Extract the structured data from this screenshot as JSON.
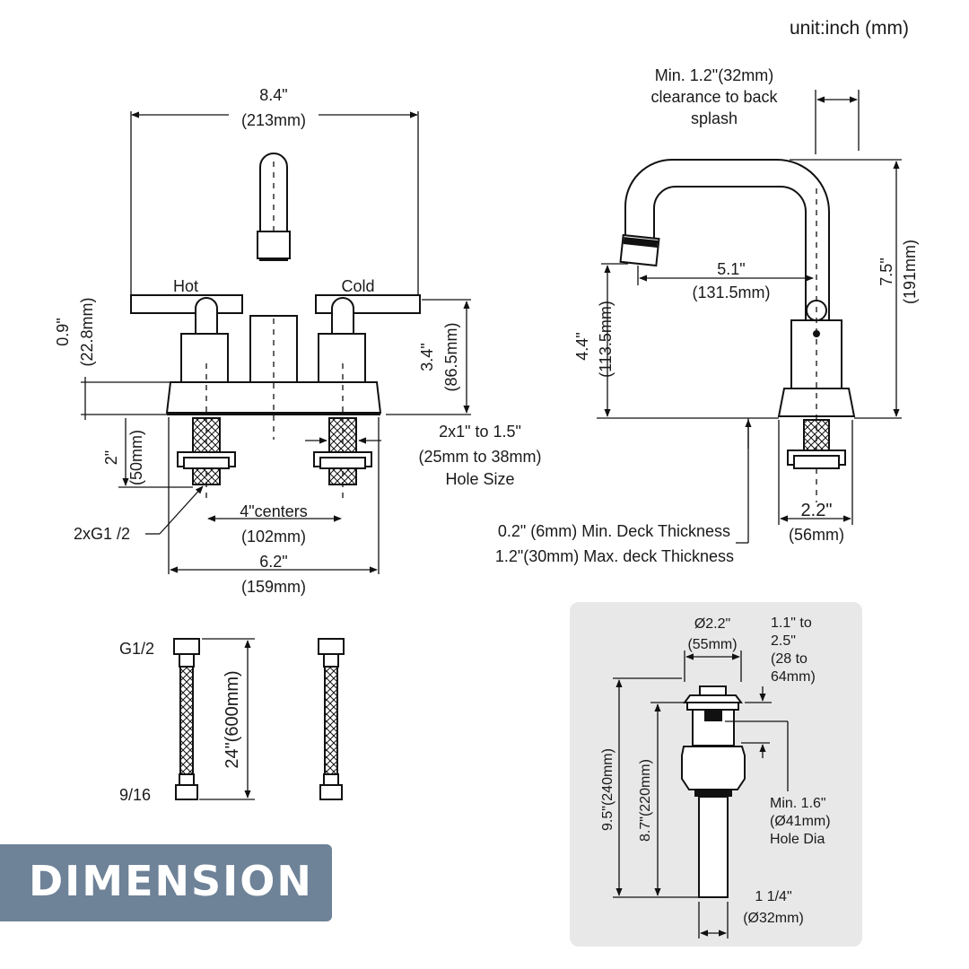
{
  "unit_note": "unit:inch (mm)",
  "banner": "DIMENSION",
  "front_view": {
    "width_top_in": "8.4\"",
    "width_top_mm": "(213mm)",
    "hot_label": "Hot",
    "cold_label": "Cold",
    "base_height_in": "0.9\"",
    "base_height_mm": "(22.8mm)",
    "handle_height_in": "3.4\"",
    "handle_height_mm": "(86.5mm)",
    "shank_len_in": "2\"",
    "shank_len_mm": "(50mm)",
    "hole_size_line1": "2x1\" to 1.5\"",
    "hole_size_line2": "(25mm to 38mm)",
    "hole_size_line3": "Hole Size",
    "thread_label": "2xG1 /2",
    "centers_in": "4\"centers",
    "centers_mm": "(102mm)",
    "base_width_in": "6.2\"",
    "base_width_mm": "(159mm)"
  },
  "side_view": {
    "clearance_line1": "Min. 1.2\"(32mm)",
    "clearance_line2": "clearance to back",
    "clearance_line3": "splash",
    "reach_in": "5.1\"",
    "reach_mm": "(131.5mm)",
    "total_height_in": "7.5\"",
    "total_height_mm": "(191mm)",
    "spout_height_in": "4.4\"",
    "spout_height_mm": "(113.5mm)",
    "base_dia_in": "2.2\"",
    "base_dia_mm": "(56mm)",
    "deck_min": "0.2\" (6mm) Min. Deck Thickness",
    "deck_max": "1.2\"(30mm) Max. deck Thickness"
  },
  "supply_lines": {
    "top_fitting": "G1/2",
    "bottom_fitting": "9/16",
    "length": "24\"(600mm)"
  },
  "drain": {
    "cap_dia_in": "Ø2.2\"",
    "cap_dia_mm": "(55mm)",
    "thickness_line1": "1.1\" to",
    "thickness_line2": "2.5\"",
    "thickness_line3": "(28 to",
    "thickness_line4": "64mm)",
    "total_len": "9.5\"(240mm)",
    "body_len": "8.7\"(220mm)",
    "hole_line1": "Min. 1.6\"",
    "hole_line2": "(Ø41mm)",
    "hole_line3": "Hole Dia",
    "tail_in": "1 1/4\"",
    "tail_mm": "(Ø32mm)"
  }
}
